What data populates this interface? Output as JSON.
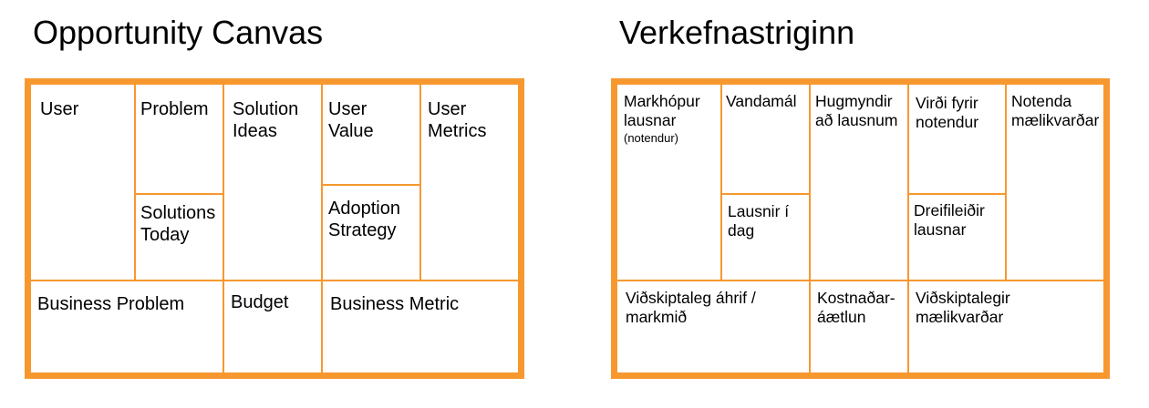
{
  "colors": {
    "border": "#f7982f",
    "text": "#000000",
    "background": "#ffffff"
  },
  "left": {
    "title": "Opportunity Canvas",
    "cells": {
      "user": "User",
      "problem": "Problem",
      "solutions_today_1": "Solutions",
      "solutions_today_2": "Today",
      "solution_ideas_1": "Solution",
      "solution_ideas_2": "Ideas",
      "user_value_1": "User",
      "user_value_2": "Value",
      "adoption_strategy_1": "Adoption",
      "adoption_strategy_2": "Strategy",
      "user_metrics_1": "User",
      "user_metrics_2": "Metrics",
      "business_problem": "Business Problem",
      "budget": "Budget",
      "business_metric": "Business Metric"
    }
  },
  "right": {
    "title": "Verkefnastriginn",
    "cells": {
      "markhopur_1": "Markhópur",
      "markhopur_2": "lausnar",
      "markhopur_sub": "(notendur)",
      "vandamal": "Vandamál",
      "lausnir_1": "Lausnir í",
      "lausnir_2": "dag",
      "hugmyndir_1": "Hugmyndir",
      "hugmyndir_2": "að lausnum",
      "virdi_1": "Virði fyrir",
      "virdi_2": "notendur",
      "dreifileidir_1": "Dreifileiðir",
      "dreifileidir_2": "lausnar",
      "notenda_1": "Notenda",
      "notenda_2": "mælikvarðar",
      "vidskiptaleg_1": "Viðskiptaleg áhrif /",
      "vidskiptaleg_2": "markmið",
      "kostnadar_1": "Kostnaðar-",
      "kostnadar_2": "áætlun",
      "vidskiptalegir_1": "Viðskiptalegir",
      "vidskiptalegir_2": "mælikvarðar"
    }
  }
}
